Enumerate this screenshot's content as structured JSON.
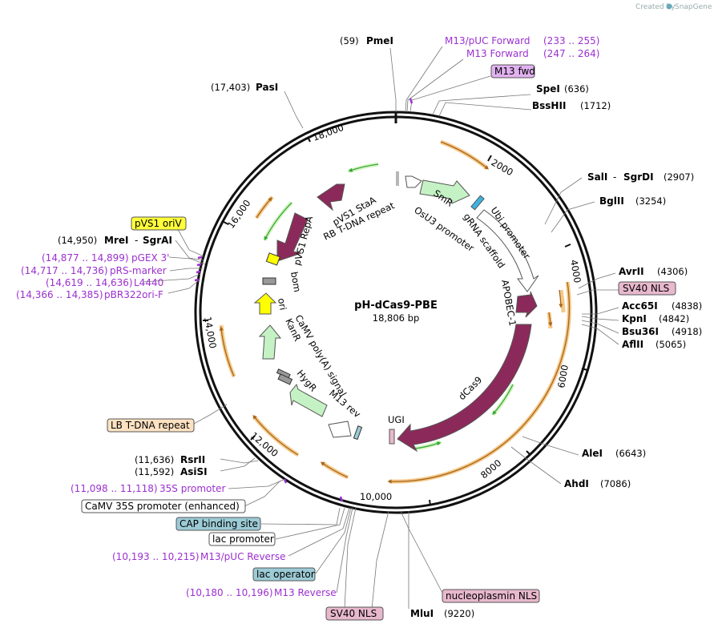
{
  "credit": {
    "created_by": "Created by",
    "brand": "SnapGene"
  },
  "plasmid": {
    "name": "pH-dCas9-PBE",
    "size": "18,806 bp"
  },
  "ticks": [
    "2000",
    "4000",
    "6000",
    "8000",
    "10,000",
    "12,000",
    "14,000",
    "16,000",
    "18,000"
  ],
  "sites": [
    {
      "name": "PmeI",
      "pos": "(59)"
    },
    {
      "name": "SpeI",
      "pos": "(636)"
    },
    {
      "name": "BssHII",
      "pos": "(1712)"
    },
    {
      "name": "SalI",
      "name2": "SgrDI",
      "pos": "(2907)"
    },
    {
      "name": "BglII",
      "pos": "(3254)"
    },
    {
      "name": "AvrII",
      "pos": "(4306)"
    },
    {
      "name": "Acc65I",
      "pos": "(4838)"
    },
    {
      "name": "KpnI",
      "pos": "(4842)"
    },
    {
      "name": "Bsu36I",
      "pos": "(4918)"
    },
    {
      "name": "AflII",
      "pos": "(5065)"
    },
    {
      "name": "AleI",
      "pos": "(6643)"
    },
    {
      "name": "AhdI",
      "pos": "(7086)"
    },
    {
      "name": "MluI",
      "pos": "(9220)"
    },
    {
      "name": "RsrII",
      "pos": "(11,636)"
    },
    {
      "name": "AsiSI",
      "pos": "(11,592)"
    },
    {
      "name": "MreI",
      "name2": "SgrAI",
      "pos": "(14,950)"
    },
    {
      "name": "PasI",
      "pos": "(17,403)"
    }
  ],
  "primers": [
    {
      "name": "M13/pUC Forward",
      "range": "(233 .. 255)"
    },
    {
      "name": "M13 Forward",
      "range": "(247 .. 264)"
    },
    {
      "name": "pGEX 3'",
      "range": "(14,877 .. 14,899)"
    },
    {
      "name": "pRS-marker",
      "range": "(14,717 .. 14,736)"
    },
    {
      "name": "L4440",
      "range": "(14,619 .. 14,636)"
    },
    {
      "name": "pBR322ori-F",
      "range": "(14,366 .. 14,385)"
    },
    {
      "name": "35S promoter",
      "range": "(11,098 .. 11,118)"
    },
    {
      "name": "M13/pUC Reverse",
      "range": "(10,193 .. 10,215)"
    },
    {
      "name": "M13 Reverse",
      "range": "(10,180 .. 10,196)"
    }
  ],
  "boxes": {
    "m13fwd": "M13 fwd",
    "sv40_top": "SV40 NLS",
    "pvs1_oriv": "pVS1 oriV",
    "lb_tdna": "LB T-DNA repeat",
    "camv35s": "CaMV 35S promoter (enhanced)",
    "cap": "CAP binding site",
    "lac_promoter": "lac promoter",
    "lac_operator": "lac operator",
    "sv40_bottom": "SV40 NLS",
    "nucleoplasmin": "nucleoplasmin NLS"
  },
  "features": {
    "smr": "SmR",
    "osu3": "OsU3 promoter",
    "grna": "gRNA scaffold",
    "ubi": "Ubi promoter",
    "apobec": "APOBEC-1",
    "dcas9": "dCas9",
    "ugi": "UGI",
    "pvs1_staa": "pVS1 StaA",
    "rb_tdna": "RB T-DNA repeat",
    "pvs1_repa": "pVS1 RepA",
    "bom": "bom",
    "ori": "ori",
    "kanr": "KanR",
    "camv_polya": "CaMV poly(A) signal",
    "hygr": "HygR",
    "m13rev": "M13 rev"
  },
  "colors": {
    "primer": "#9b30d0",
    "cds_maroon": "#8b2a5a",
    "resistance_green": "#c5f2c5",
    "ori_yellow": "#ffff00",
    "orange_line": "#f5c98a",
    "repeat_box": "#fde2c2",
    "nls_box": "#e8b8cc",
    "cap_box": "#9ccbd6"
  }
}
